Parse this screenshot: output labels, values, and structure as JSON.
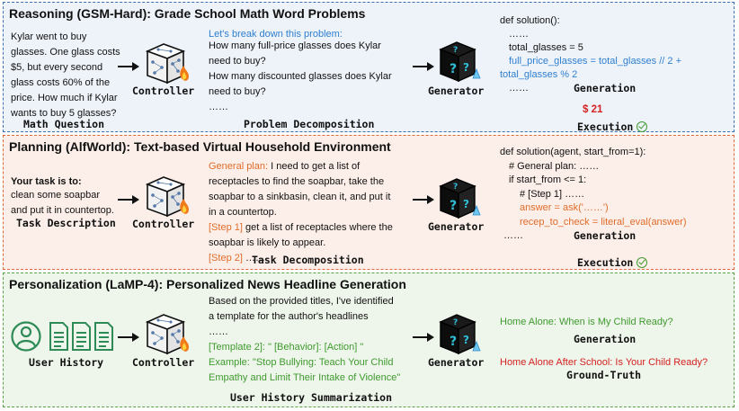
{
  "reasoning": {
    "title": "Reasoning (GSM-Hard): Grade School Math Word Problems",
    "question_lines": [
      "Kylar went to buy",
      "glasses. One glass costs",
      "$5, but every second",
      "glass costs 60% of the",
      "price. How much if Kylar",
      "wants to buy 5 glasses?"
    ],
    "question_label": "Math Question",
    "controller_label": "Controller",
    "decomp_intro": "Let's break down this problem:",
    "decomp_lines": [
      "How many full-price glasses does Kylar",
      "need to buy?",
      "How many discounted glasses does Kylar",
      "need to buy?",
      "……"
    ],
    "decomp_label": "Problem Decomposition",
    "generator_label": "Generator",
    "code_lines": [
      "def solution():",
      "……",
      "total_glasses = 5",
      "full_price_glasses = total_glasses // 2 +",
      "total_glasses % 2",
      "……"
    ],
    "generation_label": "Generation",
    "result": "$ 21",
    "execution_label": "Execution"
  },
  "planning": {
    "title": "Planning (AlfWorld): Text-based Virtual Household Environment",
    "task_heading": "Your task is to:",
    "task_lines": [
      "clean some soapbar",
      "and put it in countertop."
    ],
    "task_label": "Task Description",
    "controller_label": "Controller",
    "plan_prefix": "General plan:",
    "plan_lines": [
      " I need to get a list of",
      "receptacles to find the soapbar, take the",
      "soapbar to a sinkbasin, clean it, and put it",
      "in a countertop."
    ],
    "step1_prefix": "[Step 1]",
    "step1_lines": [
      " get a list of receptacles where the",
      "soapbar is likely to appear."
    ],
    "step2_prefix": "[Step 2]",
    "step2_rest": " ……",
    "decomp_label": "Task Decomposition",
    "generator_label": "Generator",
    "code_lines": [
      "def solution(agent, start_from=1):",
      "# General plan: ……",
      "if start_from <= 1:",
      "# [Step 1] ……",
      "answer = ask('……')",
      "recep_to_check = literal_eval(answer)",
      "……"
    ],
    "generation_label": "Generation",
    "execution_label": "Execution"
  },
  "personalization": {
    "title": "Personalization (LaMP-4): Personalized News Headline Generation",
    "history_label": "User History",
    "controller_label": "Controller",
    "summary_lines": [
      "Based on the provided titles, I've identified",
      "a template for the author's headlines",
      "……"
    ],
    "template_lines": [
      "[Template 2]: \" [Behavior]: [Action] \"",
      "Example: \"Stop Bullying: Teach Your Child",
      "Empathy and Limit Their Intake of Violence\""
    ],
    "summary_label": "User History Summarization",
    "generator_label": "Generator",
    "generated": "Home Alone: When is My Child Ready?",
    "generation_label": "Generation",
    "ground_truth": "Home Alone After School: Is Your Child Ready?",
    "ground_truth_label": "Ground-Truth"
  },
  "colors": {
    "blue": "#2f7fcf",
    "orange": "#e06c2a",
    "green": "#3f9a2f",
    "red": "#d42222"
  }
}
